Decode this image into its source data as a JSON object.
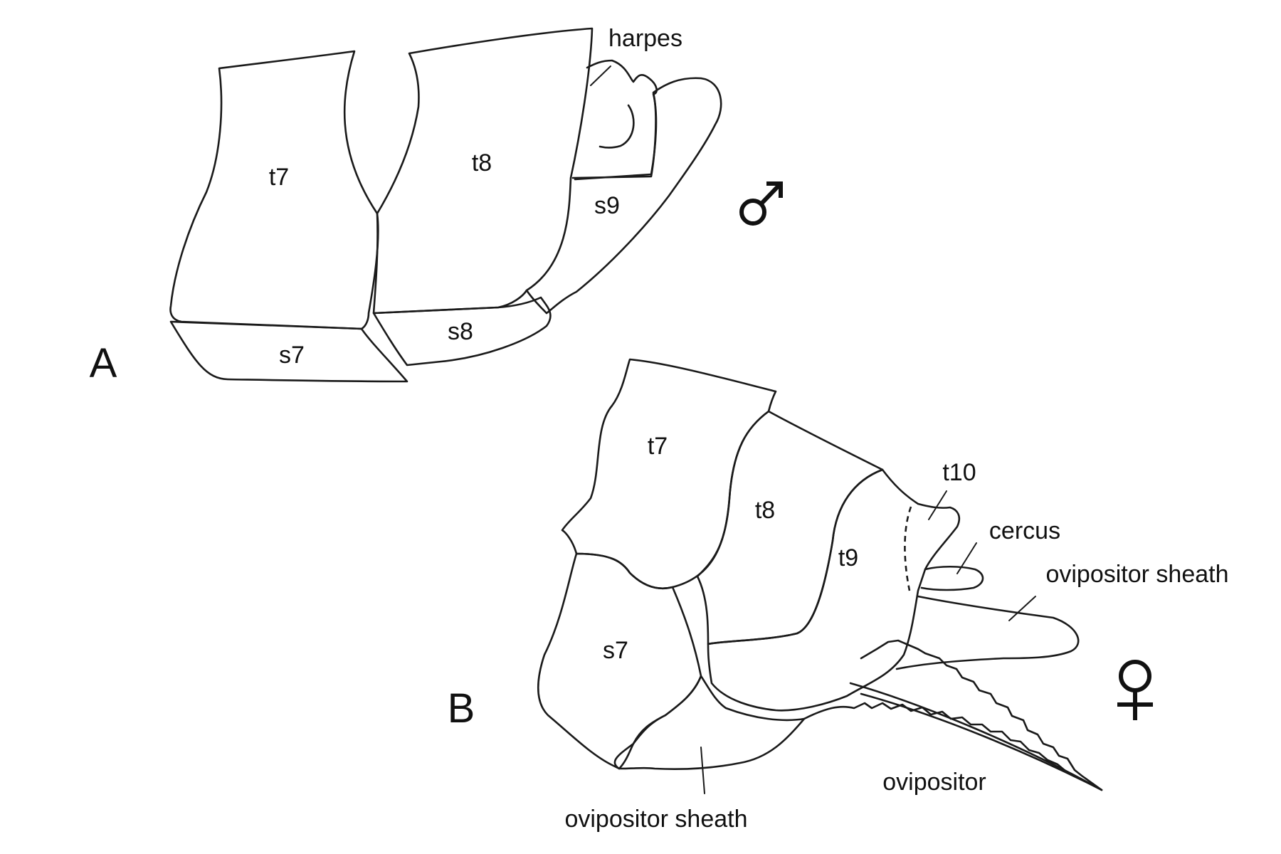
{
  "panels": {
    "male": {
      "letter": "A",
      "labels": {
        "t7": "t7",
        "t8": "t8",
        "s7": "s7",
        "s8": "s8",
        "s9": "s9",
        "harpes": "harpes"
      },
      "sex_symbol": "male-symbol"
    },
    "female": {
      "letter": "B",
      "labels": {
        "t7": "t7",
        "t8": "t8",
        "t9": "t9",
        "t10": "t10",
        "s7": "s7",
        "cercus": "cercus",
        "ovipositor_sheath_upper": "ovipositor sheath",
        "ovipositor_sheath_lower": "ovipositor sheath",
        "ovipositor": "ovipositor"
      },
      "sex_symbol": "female-symbol"
    }
  }
}
